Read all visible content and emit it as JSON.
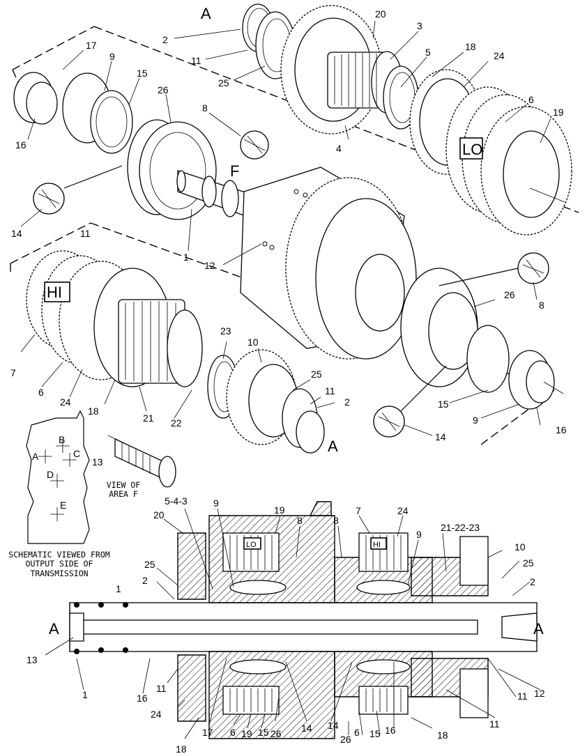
{
  "callouts": {
    "top_a": "A",
    "c2": "2",
    "c20": "20",
    "c3": "3",
    "c11": "11",
    "c25": "25",
    "c5": "5",
    "c18": "18",
    "c24": "24",
    "c4": "4",
    "c6": "6",
    "c19": "19",
    "c17": "17",
    "c9": "9",
    "c15": "15",
    "c16": "16",
    "c26": "26",
    "c8": "8",
    "f": "F",
    "c14": "14",
    "c1": "1",
    "c12": "12",
    "lo": "LO",
    "l11": "11",
    "hi": "HI",
    "l7": "7",
    "l6": "6",
    "l24": "24",
    "l18": "18",
    "l21": "21",
    "l22": "22",
    "l23": "23",
    "l10": "10",
    "l25": "25",
    "l11b": "11",
    "l2": "2",
    "l_a": "A",
    "r26": "26",
    "r8": "8",
    "r15": "15",
    "r9": "9",
    "r16": "16",
    "r14": "14"
  },
  "schematic": {
    "points": [
      "A",
      "B",
      "C",
      "D",
      "E"
    ],
    "caption_lines": [
      "SCHEMATIC VIEWED FROM",
      "OUTPUT SIDE OF",
      "TRANSMISSION"
    ]
  },
  "view_f": {
    "callout": "13",
    "caption_lines": [
      "VIEW OF",
      "AREA F"
    ]
  },
  "section": {
    "a_left": "A",
    "a_right": "A",
    "top": {
      "c543": "5-4-3",
      "c20": "20",
      "c9": "9",
      "c19": "19",
      "c8a": "8",
      "c8b": "8",
      "c7": "7",
      "c24": "24",
      "c9b": "9",
      "c212223": "21-22-23",
      "c10": "10",
      "c25": "25",
      "c25b": "25",
      "c2": "2",
      "c2b": "2",
      "c1": "1"
    },
    "bottom": {
      "c13": "13",
      "c1": "1",
      "c16": "16",
      "c11": "11",
      "c24": "24",
      "c18": "18",
      "c17": "17",
      "c6": "6",
      "c19": "19",
      "c15": "15",
      "c26": "26",
      "c14": "14",
      "c14b": "14",
      "c26b": "26",
      "c6b": "6",
      "c15b": "15",
      "c16b": "16",
      "c18b": "18",
      "c11b": "11",
      "c11c": "11",
      "c12": "12"
    },
    "lo_label": "LO",
    "hi_label": "HI"
  }
}
